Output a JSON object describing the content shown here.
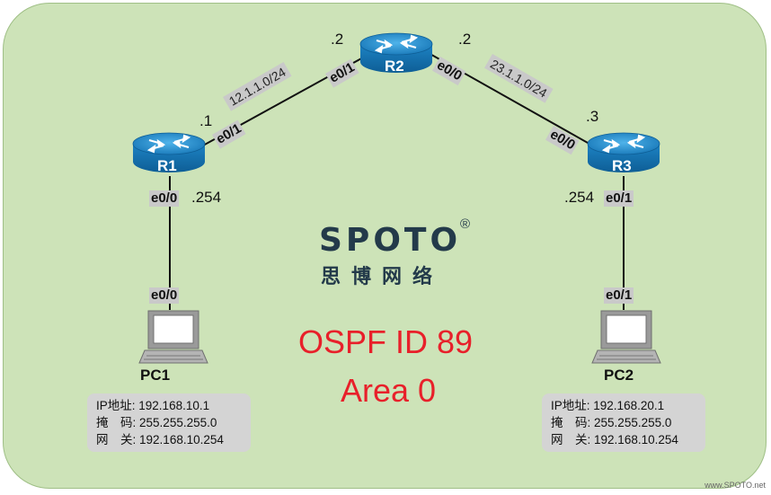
{
  "routers": [
    {
      "name": "R1"
    },
    {
      "name": "R2"
    },
    {
      "name": "R3"
    }
  ],
  "links": {
    "r1_r2": {
      "network": "12.1.1.0/24",
      "r1_if": "e0/1",
      "r1_host": ".1",
      "r2_if": "e0/1",
      "r2_host": ".2"
    },
    "r2_r3": {
      "network": "23.1.1.0/24",
      "r2_if": "e0/0",
      "r2_host": ".2",
      "r3_if": "e0/0",
      "r3_host": ".3"
    },
    "r1_pc1": {
      "r1_if": "e0/0",
      "r1_host": ".254",
      "pc_if": "e0/0"
    },
    "r3_pc2": {
      "r3_if": "e0/1",
      "r3_host": ".254",
      "pc_if": "e0/1"
    }
  },
  "pcs": [
    {
      "name": "PC1",
      "ip_label": "IP地址:",
      "ip": "192.168.10.1",
      "mask_label": "掩　码:",
      "mask": "255.255.255.0",
      "gw_label": "网　关:",
      "gw": "192.168.10.254"
    },
    {
      "name": "PC2",
      "ip_label": "IP地址:",
      "ip": "192.168.20.1",
      "mask_label": "掩　码:",
      "mask": "255.255.255.0",
      "gw_label": "网　关:",
      "gw": "192.168.10.254"
    }
  ],
  "logo": {
    "word": "SPOTO",
    "reg": "®",
    "chinese": "思博网络"
  },
  "ospf": {
    "line1": "OSPF ID 89",
    "line2": "Area 0"
  },
  "watermark": "www.SPOTO.net",
  "colors": {
    "background": "#cde3b8",
    "router": "#1d83c4",
    "highlight": "#e8202a"
  },
  "icons": [
    "router-icon",
    "pc-icon",
    "arrows-icon"
  ]
}
